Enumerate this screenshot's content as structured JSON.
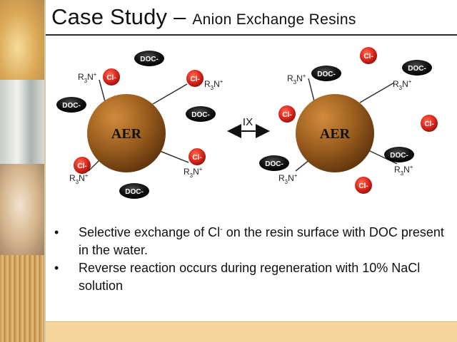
{
  "slide": {
    "title_main": "Case Study –",
    "title_sub": "Anion Exchange Resins"
  },
  "diagram": {
    "bead_label": "AER",
    "arrow_label": "IX",
    "site_label_prefix": "R",
    "site_label_sub": "3",
    "site_label_mid": "N",
    "site_label_sup": "+",
    "chloride_label": "Cl-",
    "doc_label": "DOC-"
  },
  "bullets": [
    {
      "before": "Selective exchange of Cl",
      "sup": "-",
      "after": " on the resin surface with DOC present in the water."
    },
    {
      "text": "Reverse reaction occurs during regeneration with 10% NaCl solution"
    }
  ],
  "colors": {
    "bead": "#9a5d1e",
    "chloride": "#d9251c",
    "doc": "#101010",
    "footer": "#f6d49a"
  }
}
